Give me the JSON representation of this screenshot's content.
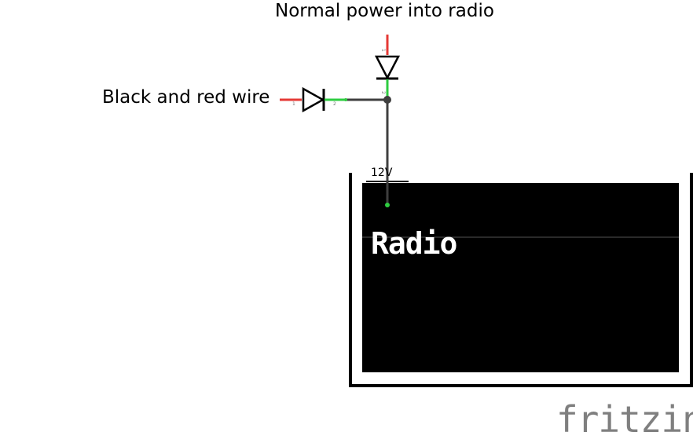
{
  "labels": {
    "title": "Normal power into radio",
    "input": "Black and red wire",
    "voltage": "12V",
    "device": "Radio",
    "watermark": "fritzing"
  },
  "pins": {
    "top_diode_pin1": "1",
    "top_diode_pin2": "2",
    "left_diode_pin1": "1",
    "left_diode_pin2": "2"
  },
  "colors": {
    "positive_wire": "#e53935",
    "connected_end": "#2ecc40",
    "wire": "#3f3f3f",
    "device_body": "#000000",
    "watermark": "#7f7f7f"
  }
}
